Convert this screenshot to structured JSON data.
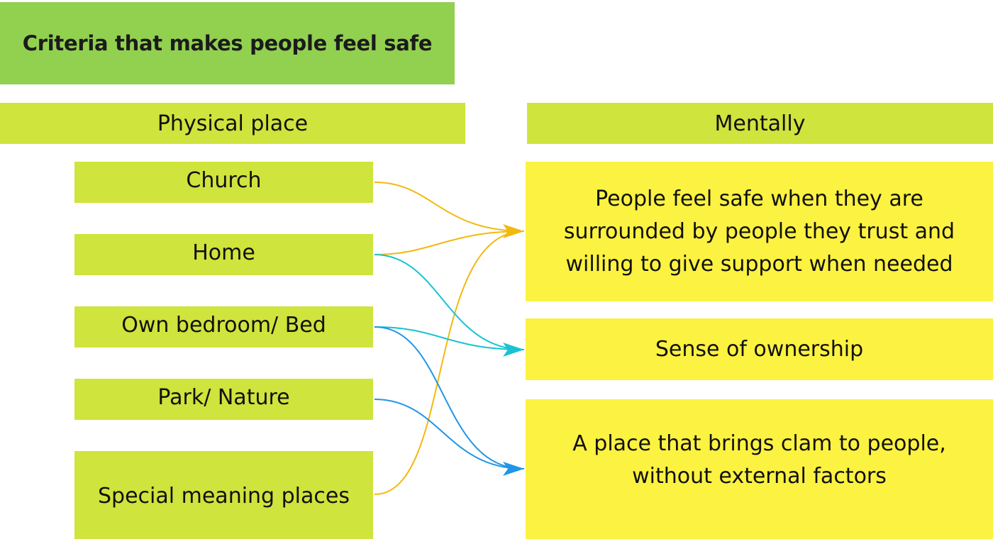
{
  "title": "Criteria that makes people feel safe",
  "headers": {
    "physical": "Physical place",
    "mental": "Mentally"
  },
  "physical_places": [
    "Church",
    "Home",
    "Own bedroom/ Bed",
    "Park/ Nature",
    "Special meaning places"
  ],
  "mental_criteria": [
    "People feel safe when they are surrounded by people they trust and willing to give support when needed",
    "Sense of ownership",
    "A place that brings clam to people, without external factors"
  ],
  "colors": {
    "title_fill": "#92d050",
    "label_fill": "#cfe43c",
    "note_fill": "#fcf241",
    "arrow_yellow": "#f2b90f",
    "arrow_cyan": "#17c3d3",
    "arrow_blue": "#2196e6"
  },
  "connections": [
    {
      "from": "Church",
      "to": "People feel safe when they are surrounded by people they trust and willing to give support when needed",
      "color": "arrow_yellow"
    },
    {
      "from": "Home",
      "to": "People feel safe when they are surrounded by people they trust and willing to give support when needed",
      "color": "arrow_yellow"
    },
    {
      "from": "Special meaning places",
      "to": "People feel safe when they are surrounded by people they trust and willing to give support when needed",
      "color": "arrow_yellow"
    },
    {
      "from": "Home",
      "to": "Sense of ownership",
      "color": "arrow_cyan"
    },
    {
      "from": "Own bedroom/ Bed",
      "to": "Sense of ownership",
      "color": "arrow_cyan"
    },
    {
      "from": "Own bedroom/ Bed",
      "to": "A place that brings clam to people, without external factors",
      "color": "arrow_blue"
    },
    {
      "from": "Park/ Nature",
      "to": "A place that brings clam to people, without external factors",
      "color": "arrow_blue"
    }
  ]
}
